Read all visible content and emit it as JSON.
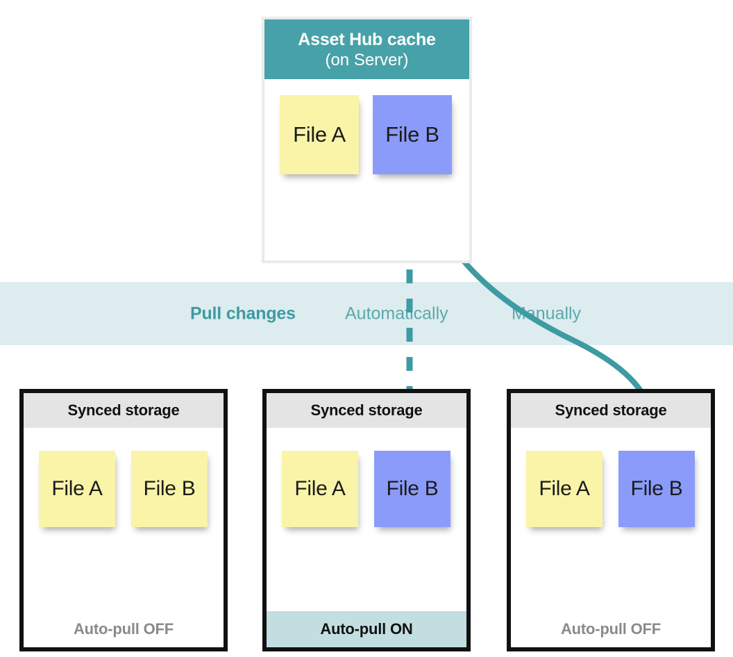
{
  "server": {
    "title_line1": "Asset Hub cache",
    "title_line2": "(on Server)",
    "header_color": "#46A2A8",
    "notes": [
      {
        "label": "File A",
        "color": "yellow"
      },
      {
        "label": "File B",
        "color": "blue"
      }
    ]
  },
  "band": {
    "pull_changes": "Pull changes",
    "automatically": "Automatically",
    "manually": "Manually",
    "background_color": "#DCECEF",
    "bold_text_color": "#3E9BA1",
    "text_color": "#5CA8AC"
  },
  "arrows": {
    "automatic": {
      "name": "dashed-arrow-automatic",
      "style": "dashed",
      "color": "#3E9BA1"
    },
    "manual": {
      "name": "curved-arrow-manual",
      "style": "solid",
      "color": "#3E9BA1"
    }
  },
  "storages": [
    {
      "header": "Synced storage",
      "footer": "Auto-pull OFF",
      "auto_pull": "OFF",
      "notes": [
        {
          "label": "File A",
          "color": "yellow"
        },
        {
          "label": "File B",
          "color": "yellow"
        }
      ]
    },
    {
      "header": "Synced storage",
      "footer": "Auto-pull ON",
      "auto_pull": "ON",
      "notes": [
        {
          "label": "File A",
          "color": "yellow"
        },
        {
          "label": "File B",
          "color": "blue"
        }
      ]
    },
    {
      "header": "Synced storage",
      "footer": "Auto-pull OFF",
      "auto_pull": "OFF",
      "notes": [
        {
          "label": "File A",
          "color": "yellow"
        },
        {
          "label": "File B",
          "color": "blue"
        }
      ]
    }
  ]
}
